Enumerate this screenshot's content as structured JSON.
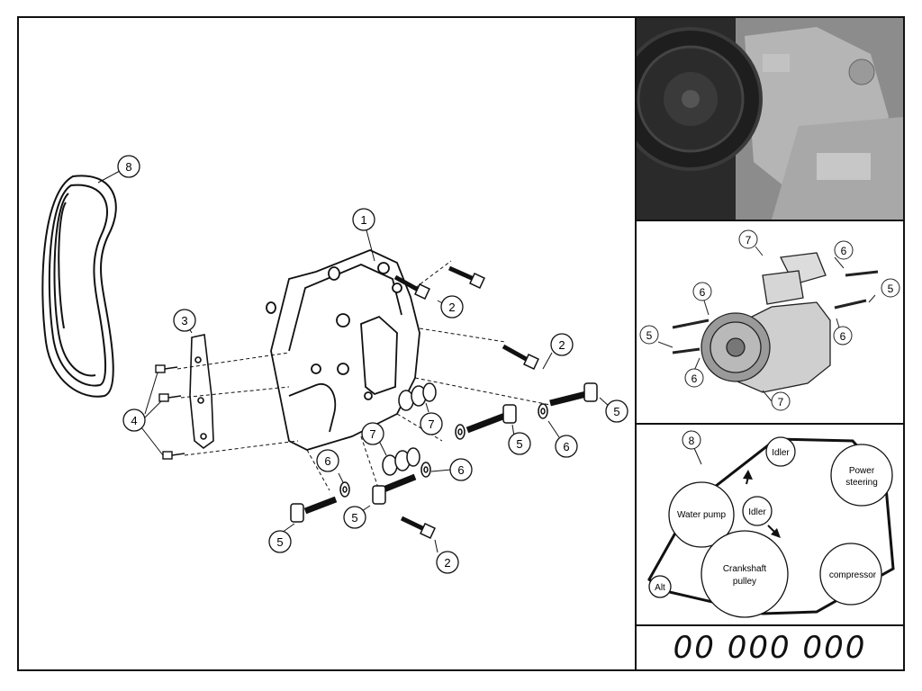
{
  "callouts": {
    "belt": "8",
    "bracket": "1",
    "plate": "3",
    "bolts_small": "4",
    "bolt_long": "2",
    "bolt_medium": "5",
    "washer": "6",
    "spacer": "7"
  },
  "routing": {
    "belt_callout": "8",
    "idler_top": "Idler",
    "idler_center": "Idler",
    "power_steering_line1": "Power",
    "power_steering_line2": "steering",
    "water_pump": "Water pump",
    "crankshaft_line1": "Crankshaft",
    "crankshaft_line2": "pulley",
    "compressor": "compressor",
    "alt": "Alt"
  },
  "part_number": "00 000 000",
  "colors": {
    "ink": "#111111",
    "photo_bg": "#2a2a2a",
    "metal": "#bdbdbd"
  }
}
